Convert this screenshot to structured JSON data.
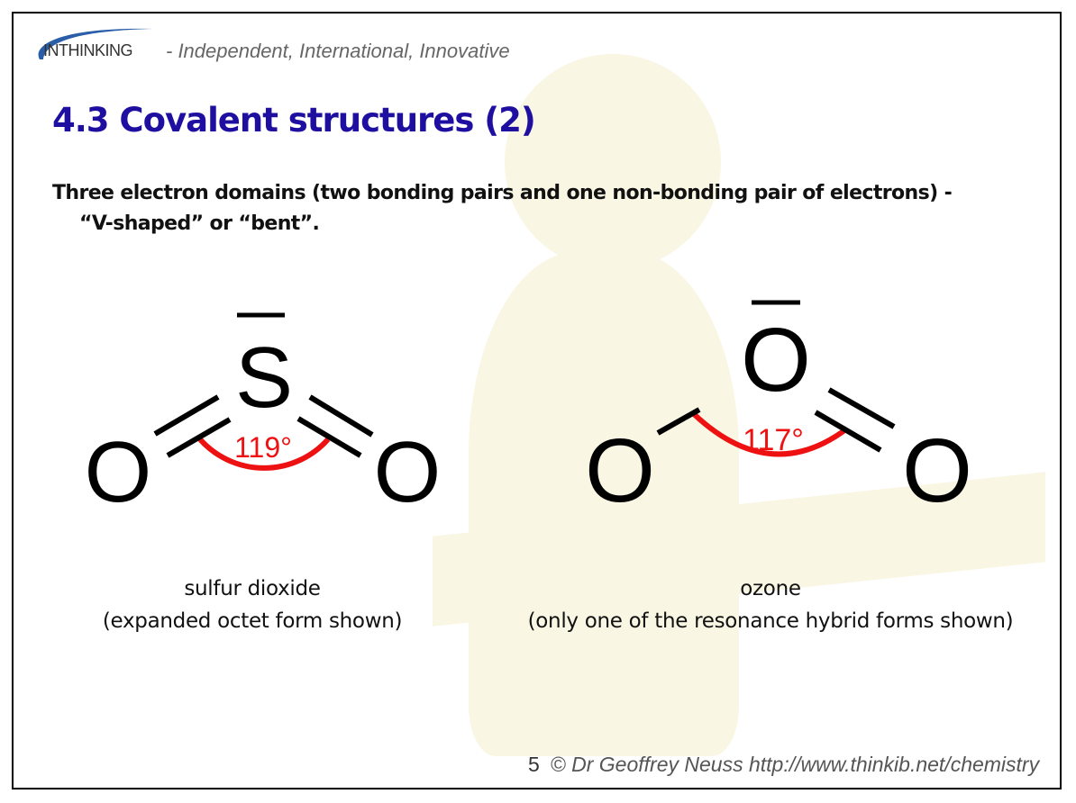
{
  "header": {
    "logo_text": "INTHINKING",
    "tagline": "- Independent, International, Innovative"
  },
  "title": "4.3 Covalent structures (2)",
  "intro": {
    "line1": "Three  electron domains (two bonding pairs and one non-bonding pair of electrons) -",
    "line2": "“V-shaped” or “bent”."
  },
  "molecules": [
    {
      "central": "S",
      "outer_left": "O",
      "outer_right": "O",
      "angle": "119°",
      "name": "sulfur dioxide",
      "note": "(expanded octet form shown)"
    },
    {
      "central": "O",
      "outer_left": "O",
      "outer_right": "O",
      "angle": "117°",
      "name": "ozone",
      "note": "(only one of the resonance hybrid forms shown)"
    }
  ],
  "colors": {
    "title": "#1f0fa0",
    "angle": "#ee1111",
    "logo_arc": "#2a5ea8"
  },
  "footer": {
    "page": "5",
    "copyright": "© Dr Geoffrey Neuss http://www.thinkib.net/chemistry"
  }
}
